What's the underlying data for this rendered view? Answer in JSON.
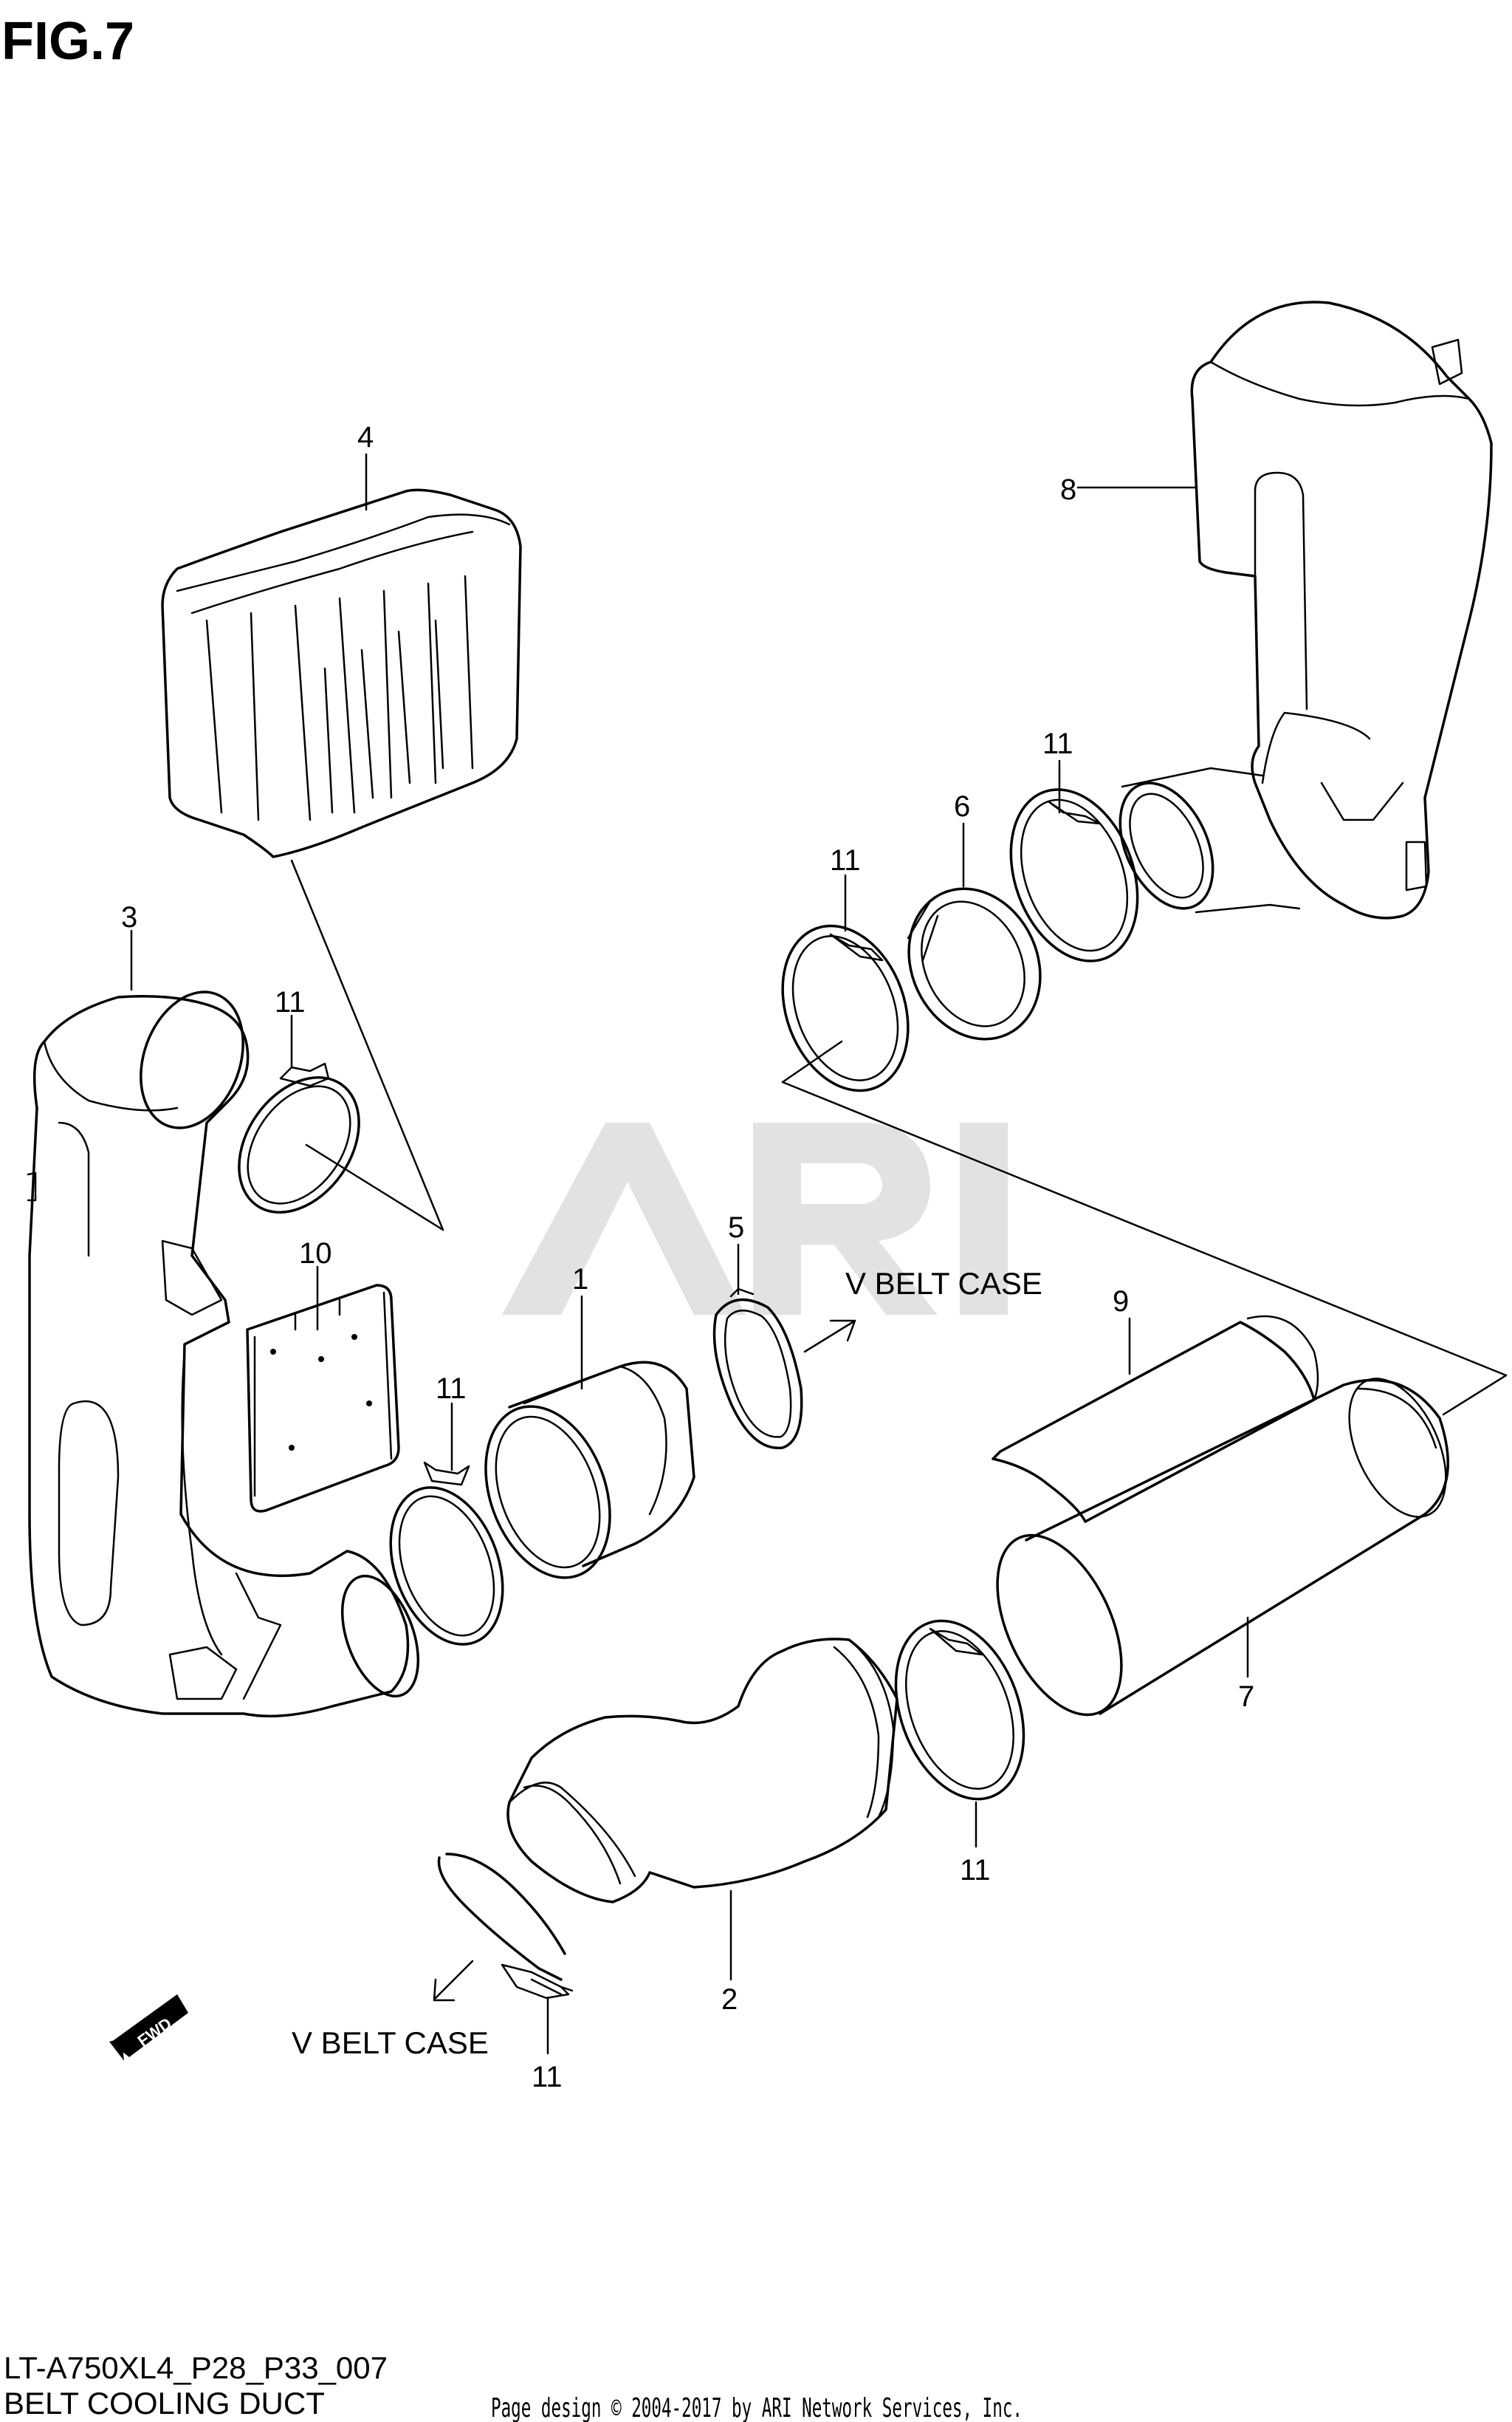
{
  "figure": {
    "title": "FIG.7"
  },
  "watermark": {
    "text": "ARI",
    "color": "#e2e2e2"
  },
  "callouts": {
    "c1": "1",
    "c2": "2",
    "c3": "3",
    "c4": "4",
    "c5": "5",
    "c6": "6",
    "c7": "7",
    "c8": "8",
    "c9": "9",
    "c10": "10",
    "c11a": "11",
    "c11b": "11",
    "c11c": "11",
    "c11d": "11",
    "c11e": "11",
    "c11f": "11"
  },
  "annotations": {
    "vbelt_upper": "V BELT CASE",
    "vbelt_lower": "V BELT CASE",
    "fwd": "FWD"
  },
  "footer": {
    "model_code": "LT-A750XL4_P28_P33_007",
    "subtitle": "BELT COOLING DUCT",
    "copyright": "Page design © 2004-2017 by ARI Network Services, Inc."
  }
}
